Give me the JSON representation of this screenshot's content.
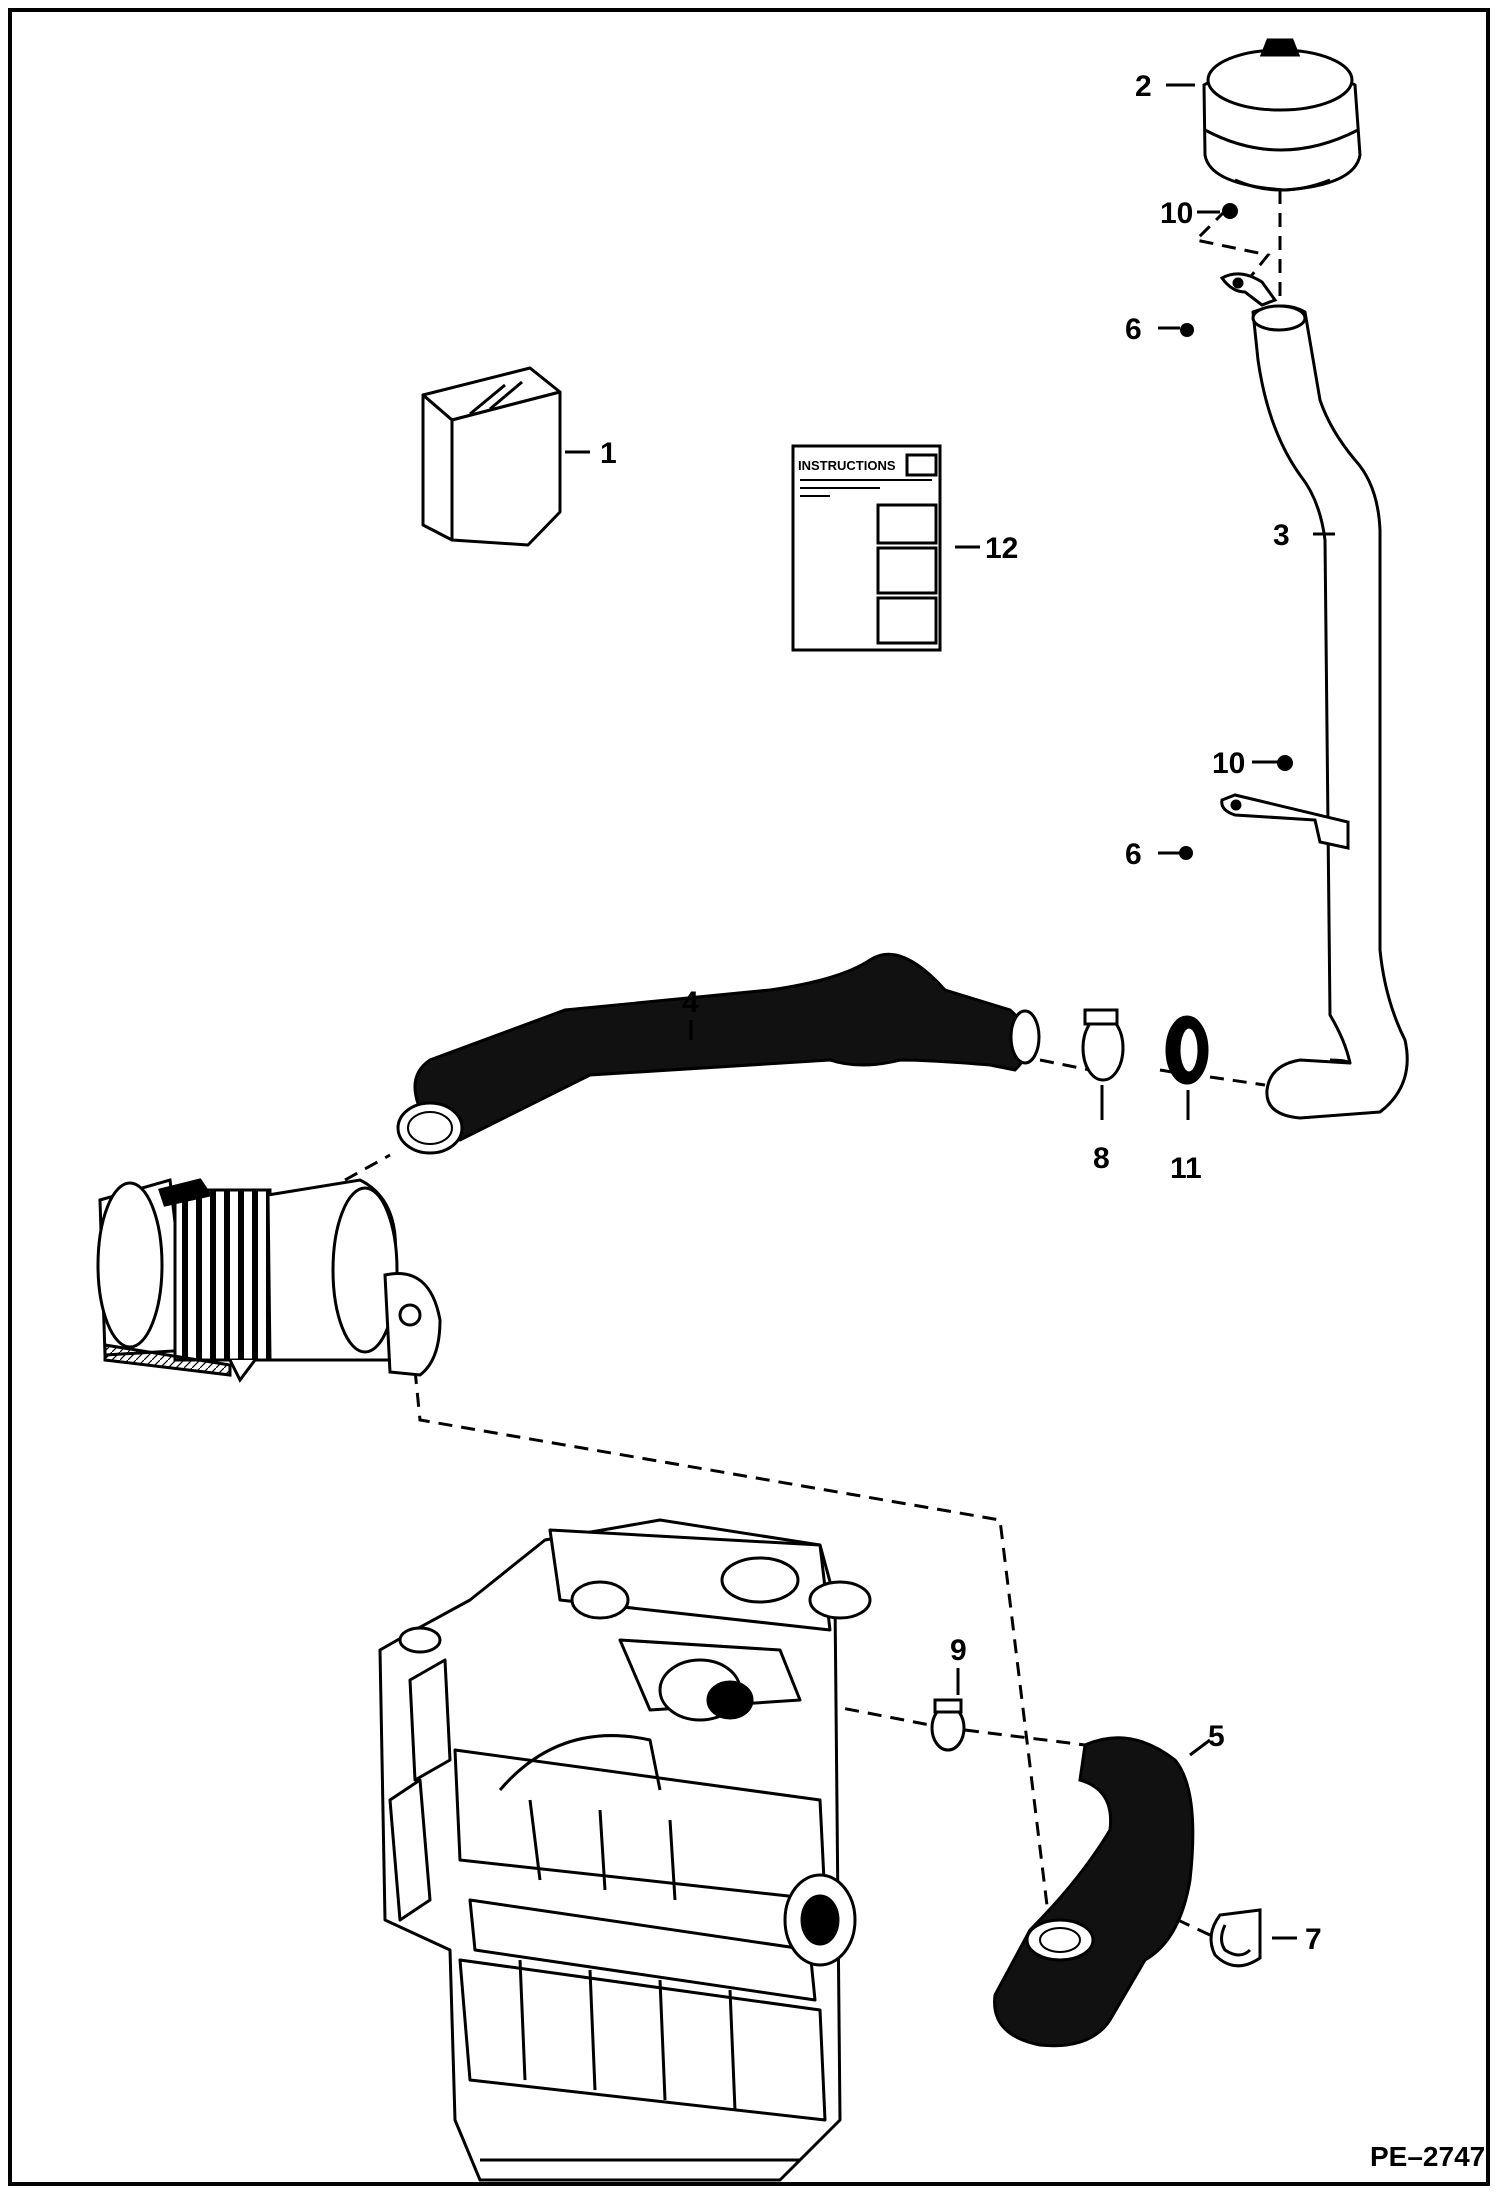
{
  "diagram_code": "PE–2747",
  "instructions_label": "INSTRUCTIONS",
  "callouts": {
    "c1": "1",
    "c2": "2",
    "c3": "3",
    "c4": "4",
    "c5": "5",
    "c6a": "6",
    "c6b": "6",
    "c7": "7",
    "c8": "8",
    "c9": "9",
    "c10a": "10",
    "c10b": "10",
    "c11": "11",
    "c12": "12"
  },
  "colors": {
    "line": "#000000",
    "background": "#ffffff",
    "hose": "#111111"
  }
}
